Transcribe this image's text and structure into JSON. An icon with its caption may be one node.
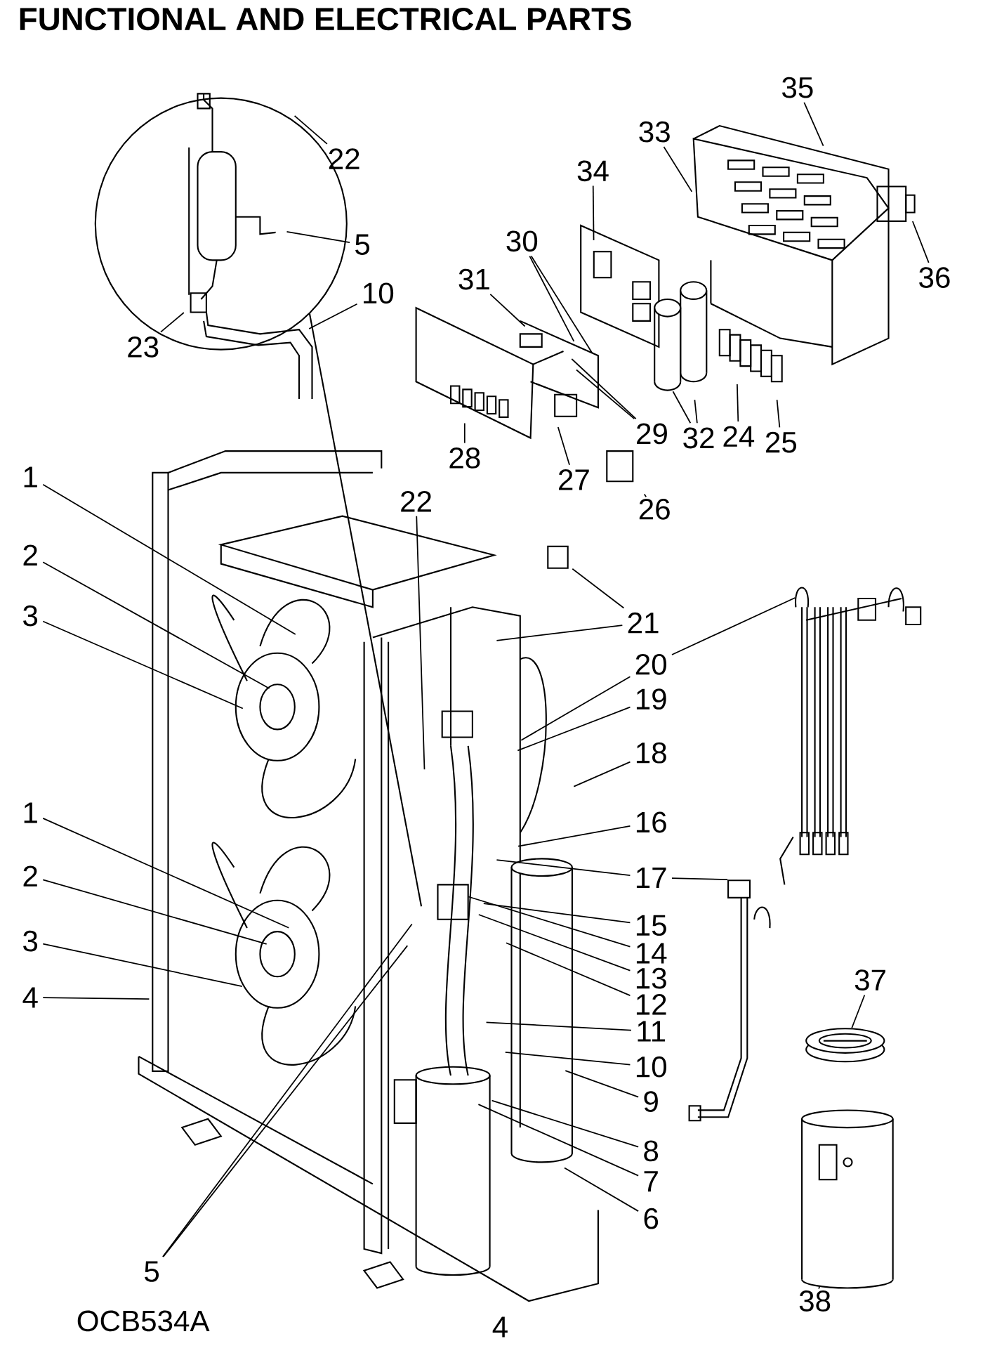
{
  "diagram": {
    "title": "FUNCTIONAL AND ELECTRICAL PARTS",
    "nodes": [
      {
        "text": [
          "22"
        ]
      },
      {
        "text": [
          "5"
        ]
      },
      {
        "text": [
          "10"
        ]
      },
      {
        "text": [
          "23"
        ]
      },
      {
        "text": [
          "35"
        ]
      },
      {
        "text": [
          "33"
        ]
      },
      {
        "text": [
          "34"
        ]
      },
      {
        "text": [
          "36"
        ]
      },
      {
        "text": [
          "30"
        ]
      },
      {
        "text": [
          "31"
        ]
      },
      {
        "text": [
          "28"
        ]
      },
      {
        "text": [
          "29"
        ]
      },
      {
        "text": [
          "32"
        ]
      },
      {
        "text": [
          "24"
        ]
      },
      {
        "text": [
          "25"
        ]
      },
      {
        "text": [
          "27"
        ]
      },
      {
        "text": [
          "26"
        ]
      },
      {
        "text": [
          "1"
        ]
      },
      {
        "text": [
          "22"
        ]
      },
      {
        "text": [
          "2"
        ]
      },
      {
        "text": [
          "21"
        ]
      },
      {
        "text": [
          "3"
        ]
      },
      {
        "text": [
          "20"
        ]
      },
      {
        "text": [
          "19"
        ]
      },
      {
        "text": [
          "18"
        ]
      },
      {
        "text": [
          "16"
        ]
      },
      {
        "text": [
          "1"
        ]
      },
      {
        "text": [
          "17"
        ]
      },
      {
        "text": [
          "2"
        ]
      },
      {
        "text": [
          "15"
        ]
      },
      {
        "text": [
          "3"
        ]
      },
      {
        "text": [
          "14"
        ]
      },
      {
        "text": [
          "13"
        ]
      },
      {
        "text": [
          "4"
        ]
      },
      {
        "text": [
          "12"
        ]
      },
      {
        "text": [
          "11"
        ]
      },
      {
        "text": [
          "10"
        ]
      },
      {
        "text": [
          "9"
        ]
      },
      {
        "text": [
          "8"
        ]
      },
      {
        "text": [
          "7"
        ]
      },
      {
        "text": [
          "6"
        ]
      },
      {
        "text": [
          "37"
        ]
      },
      {
        "text": [
          "5"
        ]
      },
      {
        "text": [
          "38"
        ]
      },
      {
        "text": [],
        "shape": "picture"
      },
      {
        "text": [],
        "shape": "picture"
      },
      {
        "text": [],
        "shape": "picture"
      },
      {
        "text": [],
        "shape": "picture"
      }
    ],
    "edges": [
      {
        "from": 0,
        "to": null,
        "arrow": "none"
      },
      {
        "from": 1,
        "to": null,
        "arrow": "none"
      },
      {
        "from": 2,
        "to": null,
        "arrow": "none"
      },
      {
        "from": 3,
        "to": null,
        "arrow": "none"
      },
      {
        "from": 4,
        "to": null,
        "arrow": "none"
      },
      {
        "from": 5,
        "to": null,
        "arrow": "none"
      },
      {
        "from": 6,
        "to": null,
        "arrow": "none"
      },
      {
        "from": 7,
        "to": null,
        "arrow": "none"
      },
      {
        "from": 8,
        "to": null,
        "arrow": "none"
      },
      {
        "from": 8,
        "to": null,
        "arrow": "none"
      },
      {
        "from": 9,
        "to": null,
        "arrow": "none"
      },
      {
        "from": 10,
        "to": null,
        "arrow": "none"
      },
      {
        "from": 11,
        "to": null,
        "arrow": "none"
      },
      {
        "from": 11,
        "to": null,
        "arrow": "none"
      },
      {
        "from": 12,
        "to": null,
        "arrow": "none"
      },
      {
        "from": 12,
        "to": null,
        "arrow": "none"
      },
      {
        "from": 13,
        "to": null,
        "arrow": "none"
      },
      {
        "from": 14,
        "to": null,
        "arrow": "none"
      },
      {
        "from": 15,
        "to": null,
        "arrow": "none"
      },
      {
        "from": 16,
        "to": null,
        "arrow": "none"
      },
      {
        "from": 17,
        "to": null,
        "arrow": "none"
      },
      {
        "from": 18,
        "to": null,
        "arrow": "none"
      },
      {
        "from": 19,
        "to": null,
        "arrow": "none"
      },
      {
        "from": 20,
        "to": null,
        "arrow": "none"
      },
      {
        "from": 20,
        "to": null,
        "arrow": "none"
      },
      {
        "from": 21,
        "to": null,
        "arrow": "none"
      },
      {
        "from": 22,
        "to": 44,
        "arrow": "none"
      },
      {
        "from": 22,
        "to": null,
        "arrow": "none"
      },
      {
        "from": 23,
        "to": null,
        "arrow": "none"
      },
      {
        "from": 24,
        "to": null,
        "arrow": "none"
      },
      {
        "from": 25,
        "to": null,
        "arrow": "none"
      },
      {
        "from": 26,
        "to": null,
        "arrow": "none"
      },
      {
        "from": 27,
        "to": null,
        "arrow": "none"
      },
      {
        "from": 27,
        "to": 45,
        "arrow": "none"
      },
      {
        "from": 28,
        "to": null,
        "arrow": "none"
      },
      {
        "from": 29,
        "to": null,
        "arrow": "none"
      },
      {
        "from": 30,
        "to": null,
        "arrow": "none"
      },
      {
        "from": 31,
        "to": null,
        "arrow": "none"
      },
      {
        "from": 32,
        "to": null,
        "arrow": "none"
      },
      {
        "from": 33,
        "to": null,
        "arrow": "none"
      },
      {
        "from": 34,
        "to": null,
        "arrow": "none"
      },
      {
        "from": 35,
        "to": null,
        "arrow": "none"
      },
      {
        "from": 36,
        "to": null,
        "arrow": "none"
      },
      {
        "from": 37,
        "to": null,
        "arrow": "none"
      },
      {
        "from": 38,
        "to": null,
        "arrow": "none"
      },
      {
        "from": 39,
        "to": null,
        "arrow": "none"
      },
      {
        "from": 40,
        "to": null,
        "arrow": "none"
      },
      {
        "from": 41,
        "to": 46,
        "arrow": "none"
      },
      {
        "from": 42,
        "to": null,
        "arrow": "none"
      },
      {
        "from": 42,
        "to": null,
        "arrow": "none"
      },
      {
        "from": 43,
        "to": 47,
        "arrow": "none"
      }
    ],
    "labels": [
      "OCB534A",
      "4"
    ]
  }
}
